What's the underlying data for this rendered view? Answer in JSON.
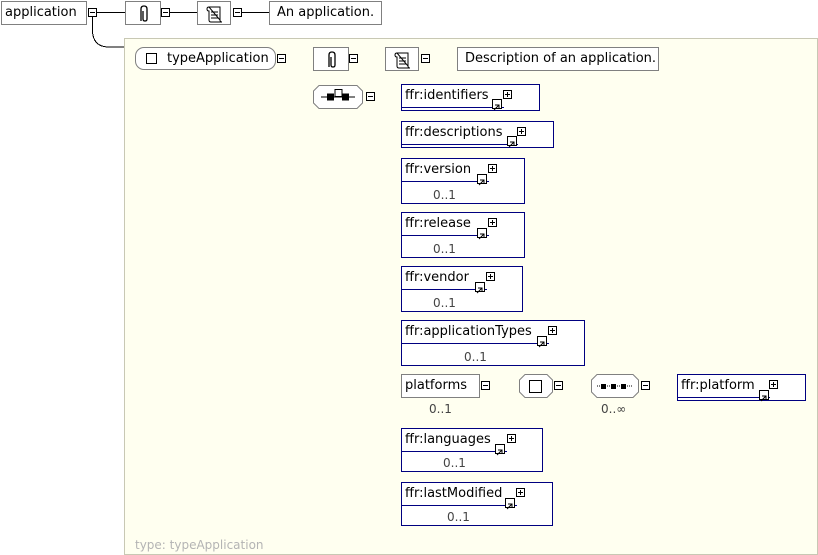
{
  "root": {
    "name": "application",
    "documentation": "An application."
  },
  "complex_type": {
    "name": "typeApplication",
    "documentation": "Description of an application.",
    "footer": "type: typeApplication"
  },
  "compositor": "sequence",
  "children": [
    {
      "name": "ffr:identifiers",
      "occurrence": "",
      "is_reference": true
    },
    {
      "name": "ffr:descriptions",
      "occurrence": "",
      "is_reference": true
    },
    {
      "name": "ffr:version",
      "occurrence": "0..1",
      "is_reference": true
    },
    {
      "name": "ffr:release",
      "occurrence": "0..1",
      "is_reference": true
    },
    {
      "name": "ffr:vendor",
      "occurrence": "0..1",
      "is_reference": true
    },
    {
      "name": "ffr:applicationTypes",
      "occurrence": "0..1",
      "is_reference": true
    },
    {
      "name": "platforms",
      "occurrence": "0..1",
      "is_reference": false
    },
    {
      "name": "ffr:languages",
      "occurrence": "0..1",
      "is_reference": true
    },
    {
      "name": "ffr:lastModified",
      "occurrence": "0..1",
      "is_reference": true
    }
  ],
  "platforms_detail": {
    "compositor": "sequence",
    "occurrence": "0..∞",
    "child": "ffr:platform"
  },
  "icons": {
    "annotation": "paperclip-icon",
    "documentation": "scroll-icon",
    "reference": "arrow-icon",
    "sequence": "sequence-icon",
    "expand": "plus-icon",
    "collapse": "minus-icon"
  }
}
